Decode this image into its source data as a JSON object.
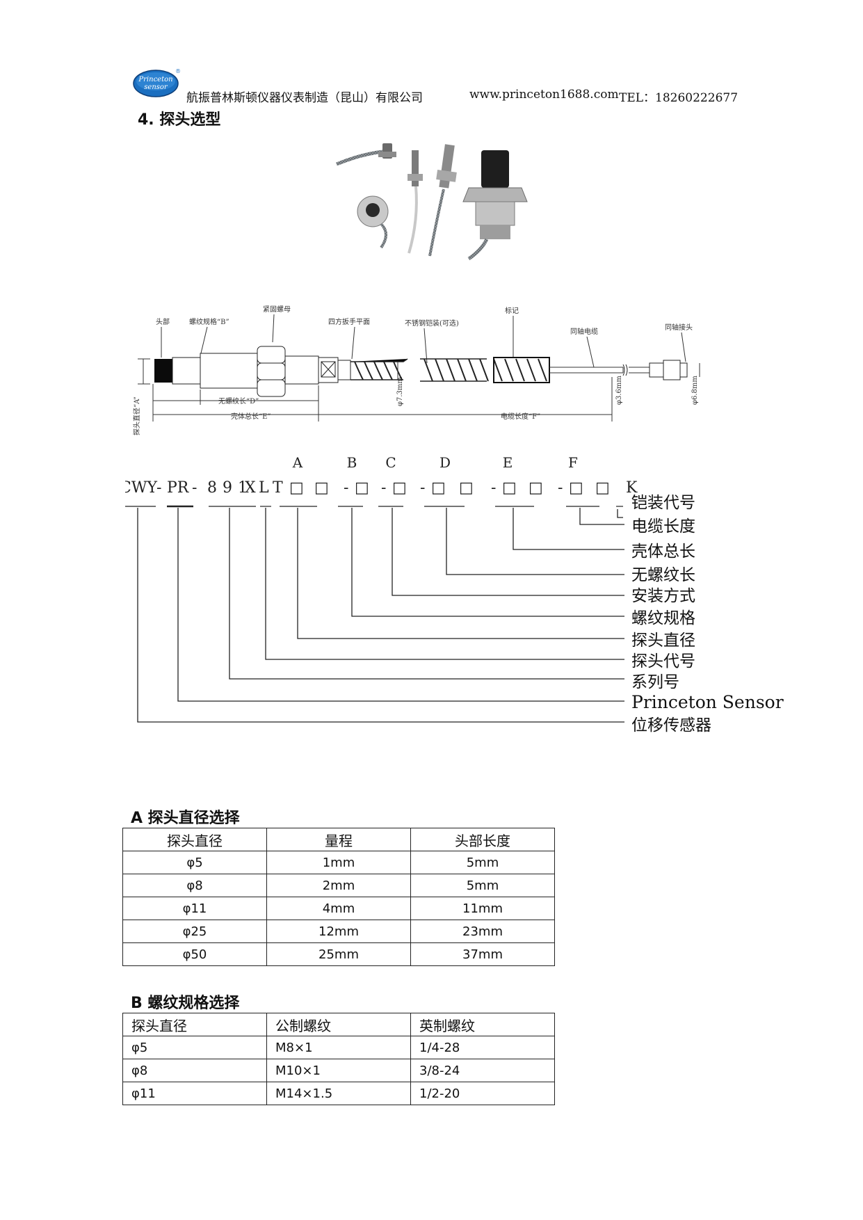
{
  "header": {
    "logo_text_top": "Princeton",
    "logo_text_bottom": "sensor",
    "logo_mark": "®",
    "company": "航振普林斯顿仪器仪表制造（昆山）有限公司",
    "website": "www.princeton1688.com",
    "tel": "TEL：18260222677"
  },
  "section_title": "4. 探头选型",
  "drawing": {
    "labels": {
      "head": "头部",
      "thread_spec": "螺纹规格“B”",
      "lock_nut": "紧固螺母",
      "wrench_flat": "四方扳手平面",
      "armor": "不锈钢铠装(可选)",
      "mark": "标记",
      "coax_cable": "同轴电缆",
      "coax_connector": "同轴接头",
      "probe_diameter": "探头直径“A”",
      "unthreaded_length": "无螺纹长“D”",
      "case_length": "壳体总长“E”",
      "cable_length": "电缆长度“F”",
      "dia_73": "φ7.3mm",
      "dia_36": "φ3.6mm",
      "dia_68": "φ6.8mm"
    }
  },
  "model_code": {
    "letters": [
      "A",
      "B",
      "C",
      "D",
      "E",
      "F"
    ],
    "prefix1": "CWY",
    "dash1": "-",
    "prefix2": "PR",
    "dash2": "-",
    "series": "891",
    "probe_x": "X",
    "probe_l": "L",
    "probe_t": "T",
    "box": "□",
    "dash": "-",
    "suffix": "K",
    "legend": [
      "铠装代号",
      "电缆长度",
      "壳体总长",
      "无螺纹长",
      "安装方式",
      "螺纹规格",
      "探头直径",
      "探头代号",
      "系列号",
      "Princeton Sensor",
      "位移传感器"
    ]
  },
  "table_a": {
    "title": "A 探头直径选择",
    "headers": [
      "探头直径",
      "量程",
      "头部长度"
    ],
    "rows": [
      [
        "φ5",
        "1mm",
        "5mm"
      ],
      [
        "φ8",
        "2mm",
        "5mm"
      ],
      [
        "φ11",
        "4mm",
        "11mm"
      ],
      [
        "φ25",
        "12mm",
        "23mm"
      ],
      [
        "φ50",
        "25mm",
        "37mm"
      ]
    ]
  },
  "table_b": {
    "title": "B  螺纹规格选择",
    "headers": [
      "探头直径",
      "公制螺纹",
      "英制螺纹"
    ],
    "rows": [
      [
        "φ5",
        "M8×1",
        "1/4-28"
      ],
      [
        "φ8",
        "M10×1",
        "3/8-24"
      ],
      [
        "φ11",
        "M14×1.5",
        "1/2-20"
      ]
    ]
  }
}
